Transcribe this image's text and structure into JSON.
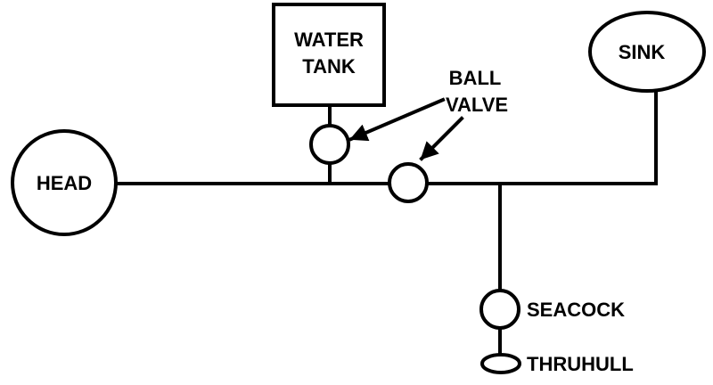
{
  "components": {
    "water_tank": {
      "line1": "WATER",
      "line2": "TANK"
    },
    "head": {
      "label": "HEAD"
    },
    "sink": {
      "label": "SINK"
    },
    "ball_valve": {
      "line1": "BALL",
      "line2": "VALVE"
    },
    "seacock": {
      "label": "SEACOCK"
    },
    "thruhull": {
      "label": "THRUHULL"
    }
  },
  "colors": {
    "line": "#000000",
    "background": "#ffffff"
  }
}
